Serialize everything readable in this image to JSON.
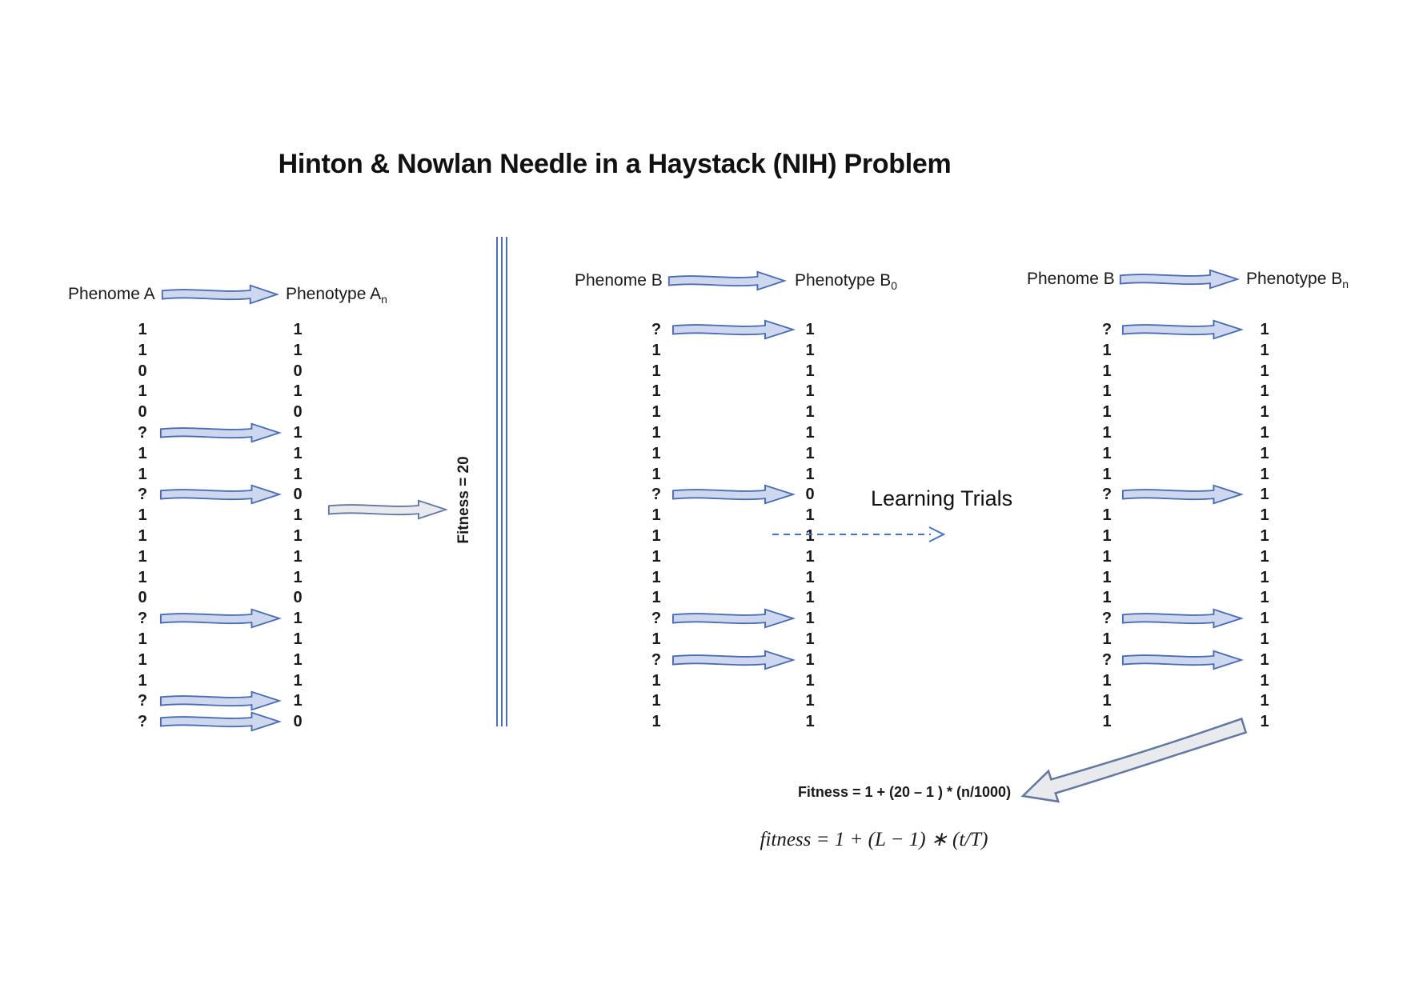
{
  "title": "Hinton & Nowlan Needle in a Haystack (NIH) Problem",
  "sections": [
    {
      "name": "A",
      "phenome_label": "Phenome A",
      "phenotype_label": "Phenotype A",
      "phenotype_sub": "n",
      "phenome": [
        "1",
        "1",
        "0",
        "1",
        "0",
        "?",
        "1",
        "1",
        "?",
        "1",
        "1",
        "1",
        "1",
        "0",
        "?",
        "1",
        "1",
        "1",
        "?",
        "?"
      ],
      "phenotype": [
        "1",
        "1",
        "0",
        "1",
        "0",
        "1",
        "1",
        "1",
        "0",
        "1",
        "1",
        "1",
        "1",
        "0",
        "1",
        "1",
        "1",
        "1",
        "1",
        "0"
      ]
    },
    {
      "name": "B0",
      "phenome_label": "Phenome B",
      "phenotype_label": "Phenotype B",
      "phenotype_sub": "0",
      "phenome": [
        "?",
        "1",
        "1",
        "1",
        "1",
        "1",
        "1",
        "1",
        "?",
        "1",
        "1",
        "1",
        "1",
        "1",
        "?",
        "1",
        "?",
        "1",
        "1",
        "1"
      ],
      "phenotype": [
        "1",
        "1",
        "1",
        "1",
        "1",
        "1",
        "1",
        "1",
        "0",
        "1",
        "1",
        "1",
        "1",
        "1",
        "1",
        "1",
        "1",
        "1",
        "1",
        "1"
      ]
    },
    {
      "name": "Bn",
      "phenome_label": "Phenome B",
      "phenotype_label": "Phenotype B",
      "phenotype_sub": "n",
      "phenome": [
        "?",
        "1",
        "1",
        "1",
        "1",
        "1",
        "1",
        "1",
        "?",
        "1",
        "1",
        "1",
        "1",
        "1",
        "?",
        "1",
        "?",
        "1",
        "1",
        "1"
      ],
      "phenotype": [
        "1",
        "1",
        "1",
        "1",
        "1",
        "1",
        "1",
        "1",
        "1",
        "1",
        "1",
        "1",
        "1",
        "1",
        "1",
        "1",
        "1",
        "1",
        "1",
        "1"
      ]
    }
  ],
  "fitness_left_label": "Fitness = 20",
  "learning_trials_label": "Learning Trials",
  "fitness_formula": "Fitness = 1 + (20 – 1 ) * (n/1000)",
  "fitness_formula_math": "fitness = 1 + (L − 1) ∗ (t/T)",
  "colors": {
    "arrow_fill": "#cdd8ee",
    "arrow_stroke": "#4a6cb3",
    "gray_fill": "#e8eaee",
    "gray_stroke": "#64779f",
    "divider": "#4a6fb5",
    "dashed_arrow": "#4472c4",
    "text": "#1a1a1a"
  }
}
